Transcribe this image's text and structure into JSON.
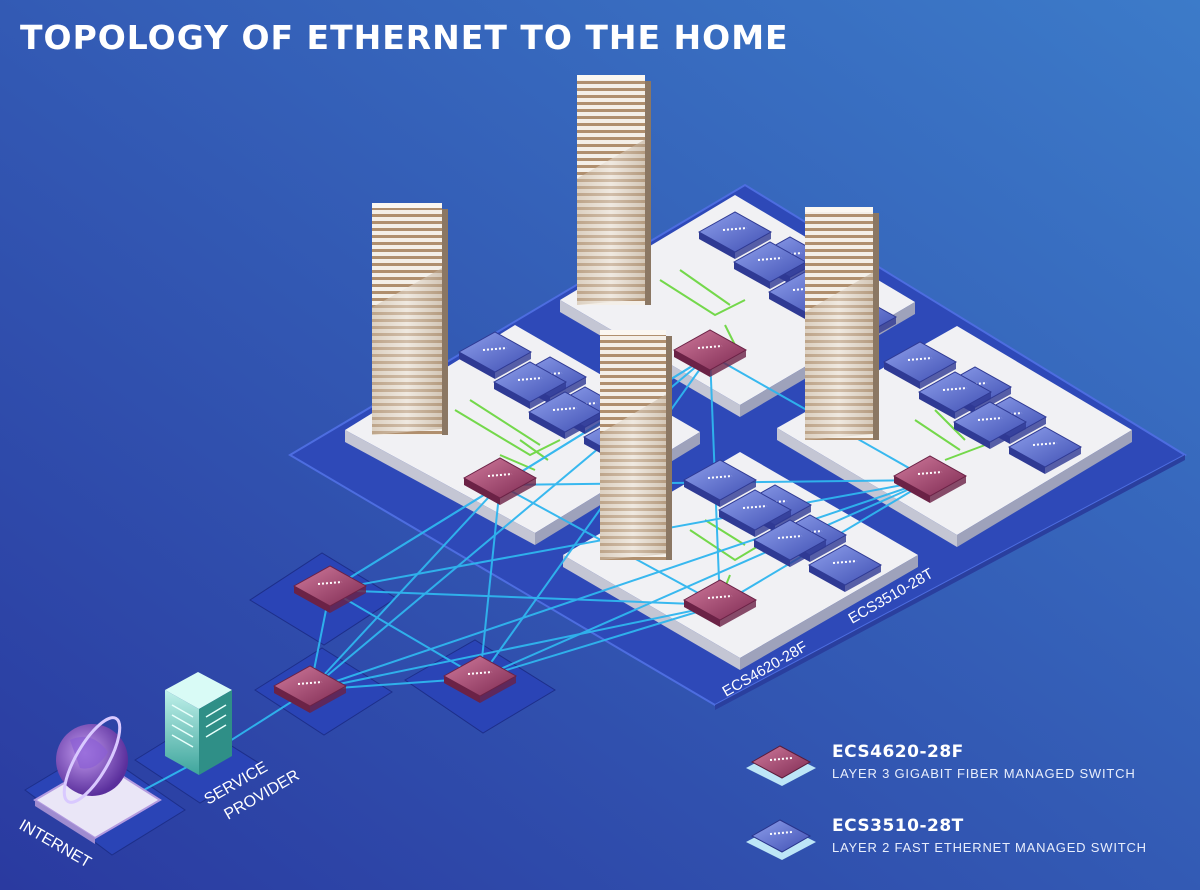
{
  "title": "TOPOLOGY OF ETHERNET TO THE HOME",
  "labels": {
    "internet": "INTERNET",
    "service_provider": [
      "SERVICE",
      "PROVIDER"
    ],
    "model_l3": "ECS4620-28F",
    "model_l2": "ECS3510-28T"
  },
  "legend": [
    {
      "name": "ECS4620-28F",
      "desc": "LAYER 3 GIGABIT FIBER MANAGED SWITCH",
      "color": "#a9456e"
    },
    {
      "name": "ECS3510-28T",
      "desc": "LAYER 2 FAST ETHERNET MANAGED SWITCH",
      "color": "#5a6fd0"
    }
  ],
  "colors": {
    "background_start": "#2a3ba0",
    "background_end": "#3c7bc9",
    "link_fiber": "#2fb6ef",
    "link_copper": "#74d84b",
    "l3_switch": "#a9456e",
    "l2_switch": "#5a6fd0",
    "platform": "#f1f1f4",
    "base": "#2e49b8"
  }
}
